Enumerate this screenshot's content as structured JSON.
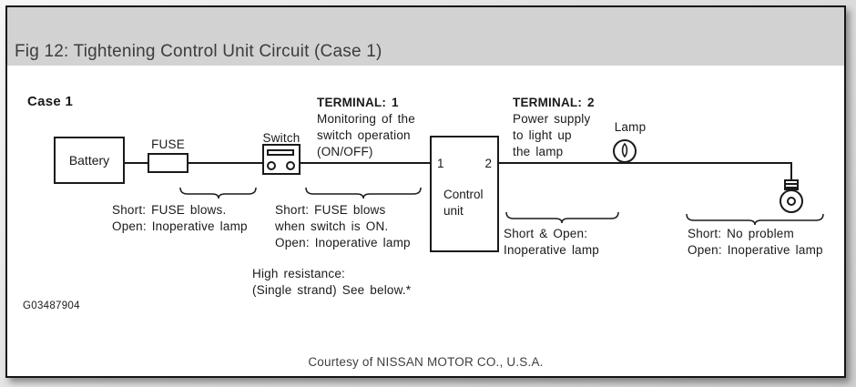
{
  "window": {
    "title": "Fig 12: Tightening Control Unit Circuit (Case 1)"
  },
  "colors": {
    "header_band": "#d2d2d2",
    "ink": "#1a1a1a",
    "page_background": "#ffffff"
  },
  "diagram": {
    "case_label": "Case 1",
    "components": {
      "battery": "Battery",
      "fuse": "FUSE",
      "switch": "Switch",
      "lamp": "Lamp",
      "control_unit": {
        "line1": "Control",
        "line2": "unit",
        "terminal1": "1",
        "terminal2": "2"
      }
    },
    "notes": {
      "terminal1": {
        "title": "TERMINAL: 1",
        "line1": "Monitoring of the",
        "line2": "switch operation",
        "line3": "(ON/OFF)"
      },
      "terminal2": {
        "title": "TERMINAL: 2",
        "line1": "Power supply",
        "line2": "to light up",
        "line3": "the lamp"
      },
      "battery_fuse": {
        "line1": "Short: FUSE blows.",
        "line2": "Open: Inoperative lamp"
      },
      "fuse_switch": {
        "line1": "Short: FUSE blows",
        "line2": "when switch is ON.",
        "line3": "Open: Inoperative lamp"
      },
      "high_resistance": {
        "line1": "High resistance:",
        "line2": "(Single strand) See below.*"
      },
      "control_lamp": {
        "line1": "Short & Open:",
        "line2": "Inoperative lamp"
      },
      "lamp_circuit": {
        "line1": "Short: No problem",
        "line2": "Open: Inoperative lamp"
      }
    },
    "figure_code": "G03487904"
  },
  "footer": {
    "courtesy": "Courtesy of NISSAN MOTOR CO., U.S.A."
  }
}
